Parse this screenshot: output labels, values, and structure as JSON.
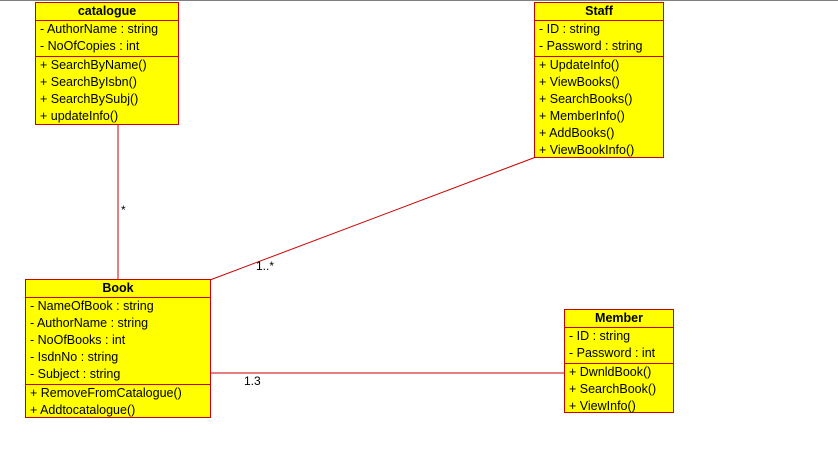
{
  "classes": {
    "catalogue": {
      "name": "catalogue",
      "attributes": [
        "- AuthorName : string",
        "- NoOfCopies : int"
      ],
      "operations": [
        "+ SearchByName()",
        "+ SearchByIsbn()",
        "+ SearchBySubj()",
        "+ updateInfo()"
      ]
    },
    "staff": {
      "name": "Staff",
      "attributes": [
        "- ID : string",
        "- Password : string"
      ],
      "operations": [
        "+ UpdateInfo()",
        "+ ViewBooks()",
        "+ SearchBooks()",
        "+ MemberInfo()",
        "+ AddBooks()",
        "+ ViewBookInfo()"
      ]
    },
    "book": {
      "name": "Book",
      "attributes": [
        "- NameOfBook : string",
        "- AuthorName : string",
        "- NoOfBooks : int",
        "- IsdnNo : string",
        "- Subject : string"
      ],
      "operations": [
        "+ RemoveFromCatalogue()",
        "+ Addtocatalogue()"
      ]
    },
    "member": {
      "name": "Member",
      "attributes": [
        "- ID : string",
        "- Password : int"
      ],
      "operations": [
        "+ DwnldBook()",
        "+ SearchBook()",
        "+ ViewInfo()"
      ]
    }
  },
  "multiplicities": {
    "catalogue_book": "*",
    "staff_book": "1..*",
    "book_member": "1.3"
  },
  "colors": {
    "class_fill": "#ffff00",
    "border_and_links": "#cc0000"
  }
}
